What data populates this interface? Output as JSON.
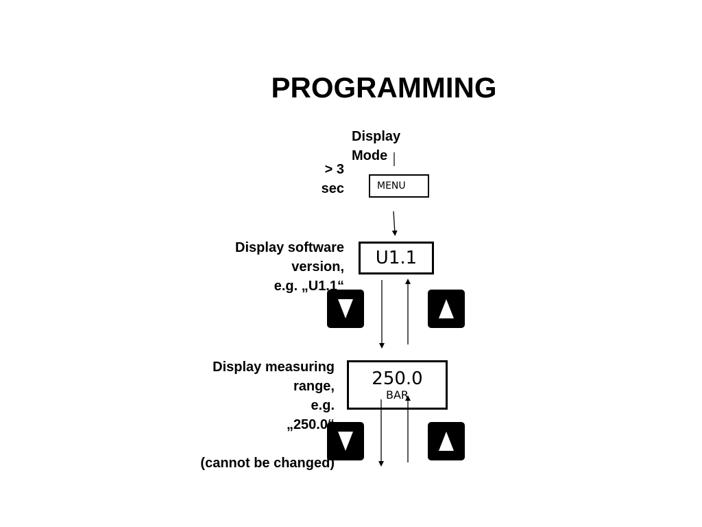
{
  "title": "PROGRAMMING",
  "display_mode_label": [
    "Display",
    "Mode"
  ],
  "hold_time_label": [
    "> 3",
    "sec"
  ],
  "menu_button_label": "MENU",
  "software_version_label": [
    "Display software",
    "version,",
    "e.g. „U1.1“"
  ],
  "software_version_display": "U1.1",
  "measuring_range_label": [
    "Display measuring",
    "range,",
    "e.g.",
    "„250.0“",
    "",
    "(cannot be changed)"
  ],
  "measuring_range_display": {
    "value": "250.0",
    "unit": "BAR"
  },
  "keys": {
    "down_icon": "triangle-down",
    "up_icon": "triangle-up"
  }
}
